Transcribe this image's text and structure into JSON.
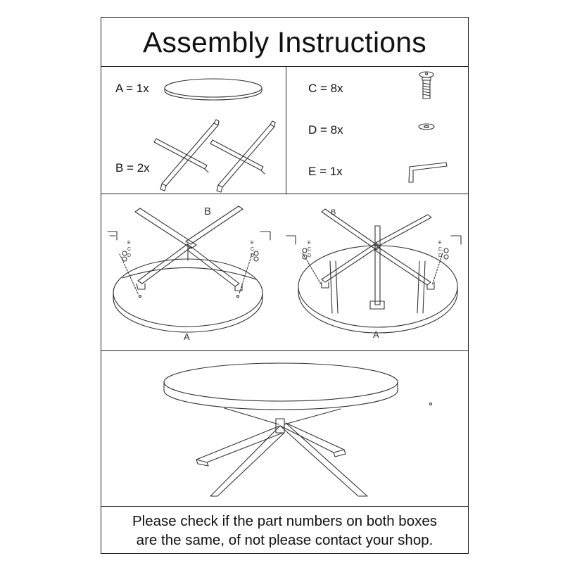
{
  "title": "Assembly Instructions",
  "parts": [
    {
      "id": "A",
      "label": "A = 1x",
      "icon": "tabletop-icon"
    },
    {
      "id": "B",
      "label": "B = 2x",
      "icon": "cross-leg-frame-icon"
    },
    {
      "id": "C",
      "label": "C = 8x",
      "icon": "bolt-icon"
    },
    {
      "id": "D",
      "label": "D = 8x",
      "icon": "washer-icon"
    },
    {
      "id": "E",
      "label": "E = 1x",
      "icon": "allen-key-icon"
    }
  ],
  "step1": {
    "frame_label": "B",
    "top_label": "A",
    "callout_letters": [
      "E",
      "C",
      "D"
    ]
  },
  "step2": {
    "frame_label": "B",
    "top_label": "A",
    "callout_letters": [
      "E",
      "C",
      "D"
    ]
  },
  "note": {
    "line1": "Please check if the part numbers on both boxes",
    "line2": "are the same, of not please contact your shop."
  }
}
